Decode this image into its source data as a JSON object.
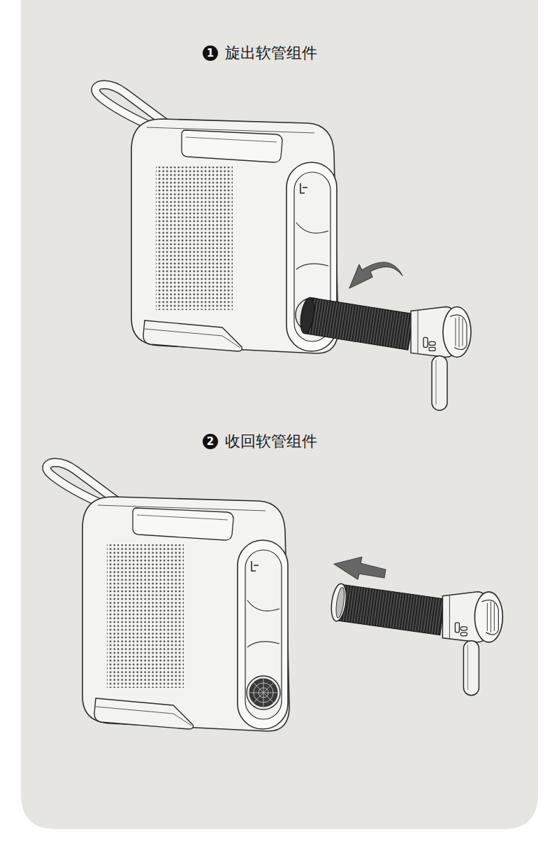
{
  "diagram": {
    "labels": [
      "1",
      "旋出软管组件",
      "2",
      "收回软管组件"
    ]
  }
}
